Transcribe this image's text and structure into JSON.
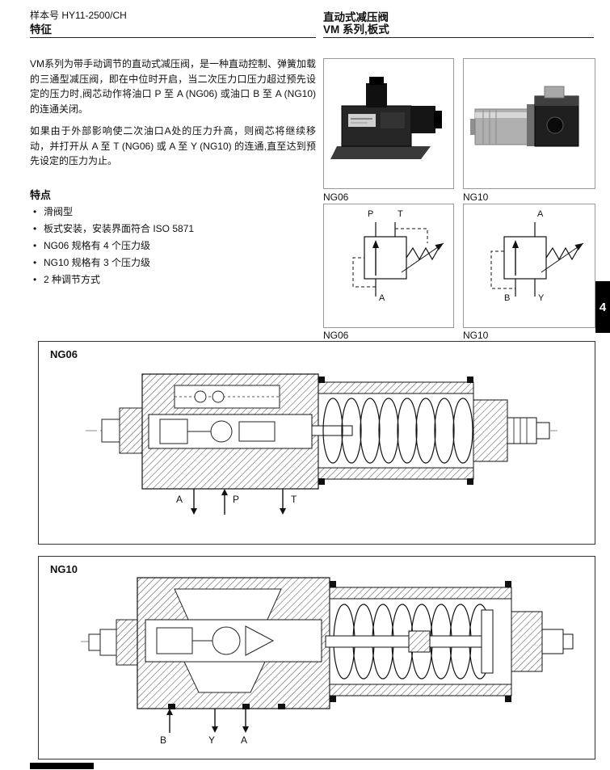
{
  "header": {
    "doc_number": "样本号 HY11-2500/CH",
    "section_title": "特征",
    "product_title": "直动式减压阀",
    "product_series": "VM 系列,板式"
  },
  "intro": {
    "para1": "VM系列为带手动调节的直动式减压阀，是一种直动控制、弹簧加载的三通型减压阀，即在中位时开启，当二次压力口压力超过预先设定的压力时,阀芯动作将油口 P 至 A (NG06) 或油口 B 至 A (NG10) 的连通关闭。",
    "para2": "如果由于外部影响使二次油口A处的压力升高，则阀芯将继续移动，并打开从 A 至 T (NG06) 或 A 至 Y (NG10) 的连通,直至达到预先设定的压力为止。"
  },
  "features": {
    "title": "特点",
    "items": [
      "滑阀型",
      "板式安装，安装界面符合 ISO 5871",
      "NG06 规格有 4 个压力级",
      "NG10 规格有 3 个压力级",
      "2 种调节方式"
    ]
  },
  "photos": {
    "ng06_label": "NG06",
    "ng10_label": "NG10"
  },
  "symbols": {
    "ng06_label": "NG06",
    "ng10_label": "NG10",
    "ng06_ports": {
      "p": "P",
      "t": "T",
      "a": "A"
    },
    "ng10_ports": {
      "a": "A",
      "b": "B",
      "y": "Y"
    }
  },
  "drawings": {
    "ng06": {
      "label": "NG06",
      "port_a": "A",
      "port_p": "P",
      "port_t": "T"
    },
    "ng10": {
      "label": "NG10",
      "port_b": "B",
      "port_y": "Y",
      "port_a": "A"
    }
  },
  "page_tab": "4"
}
